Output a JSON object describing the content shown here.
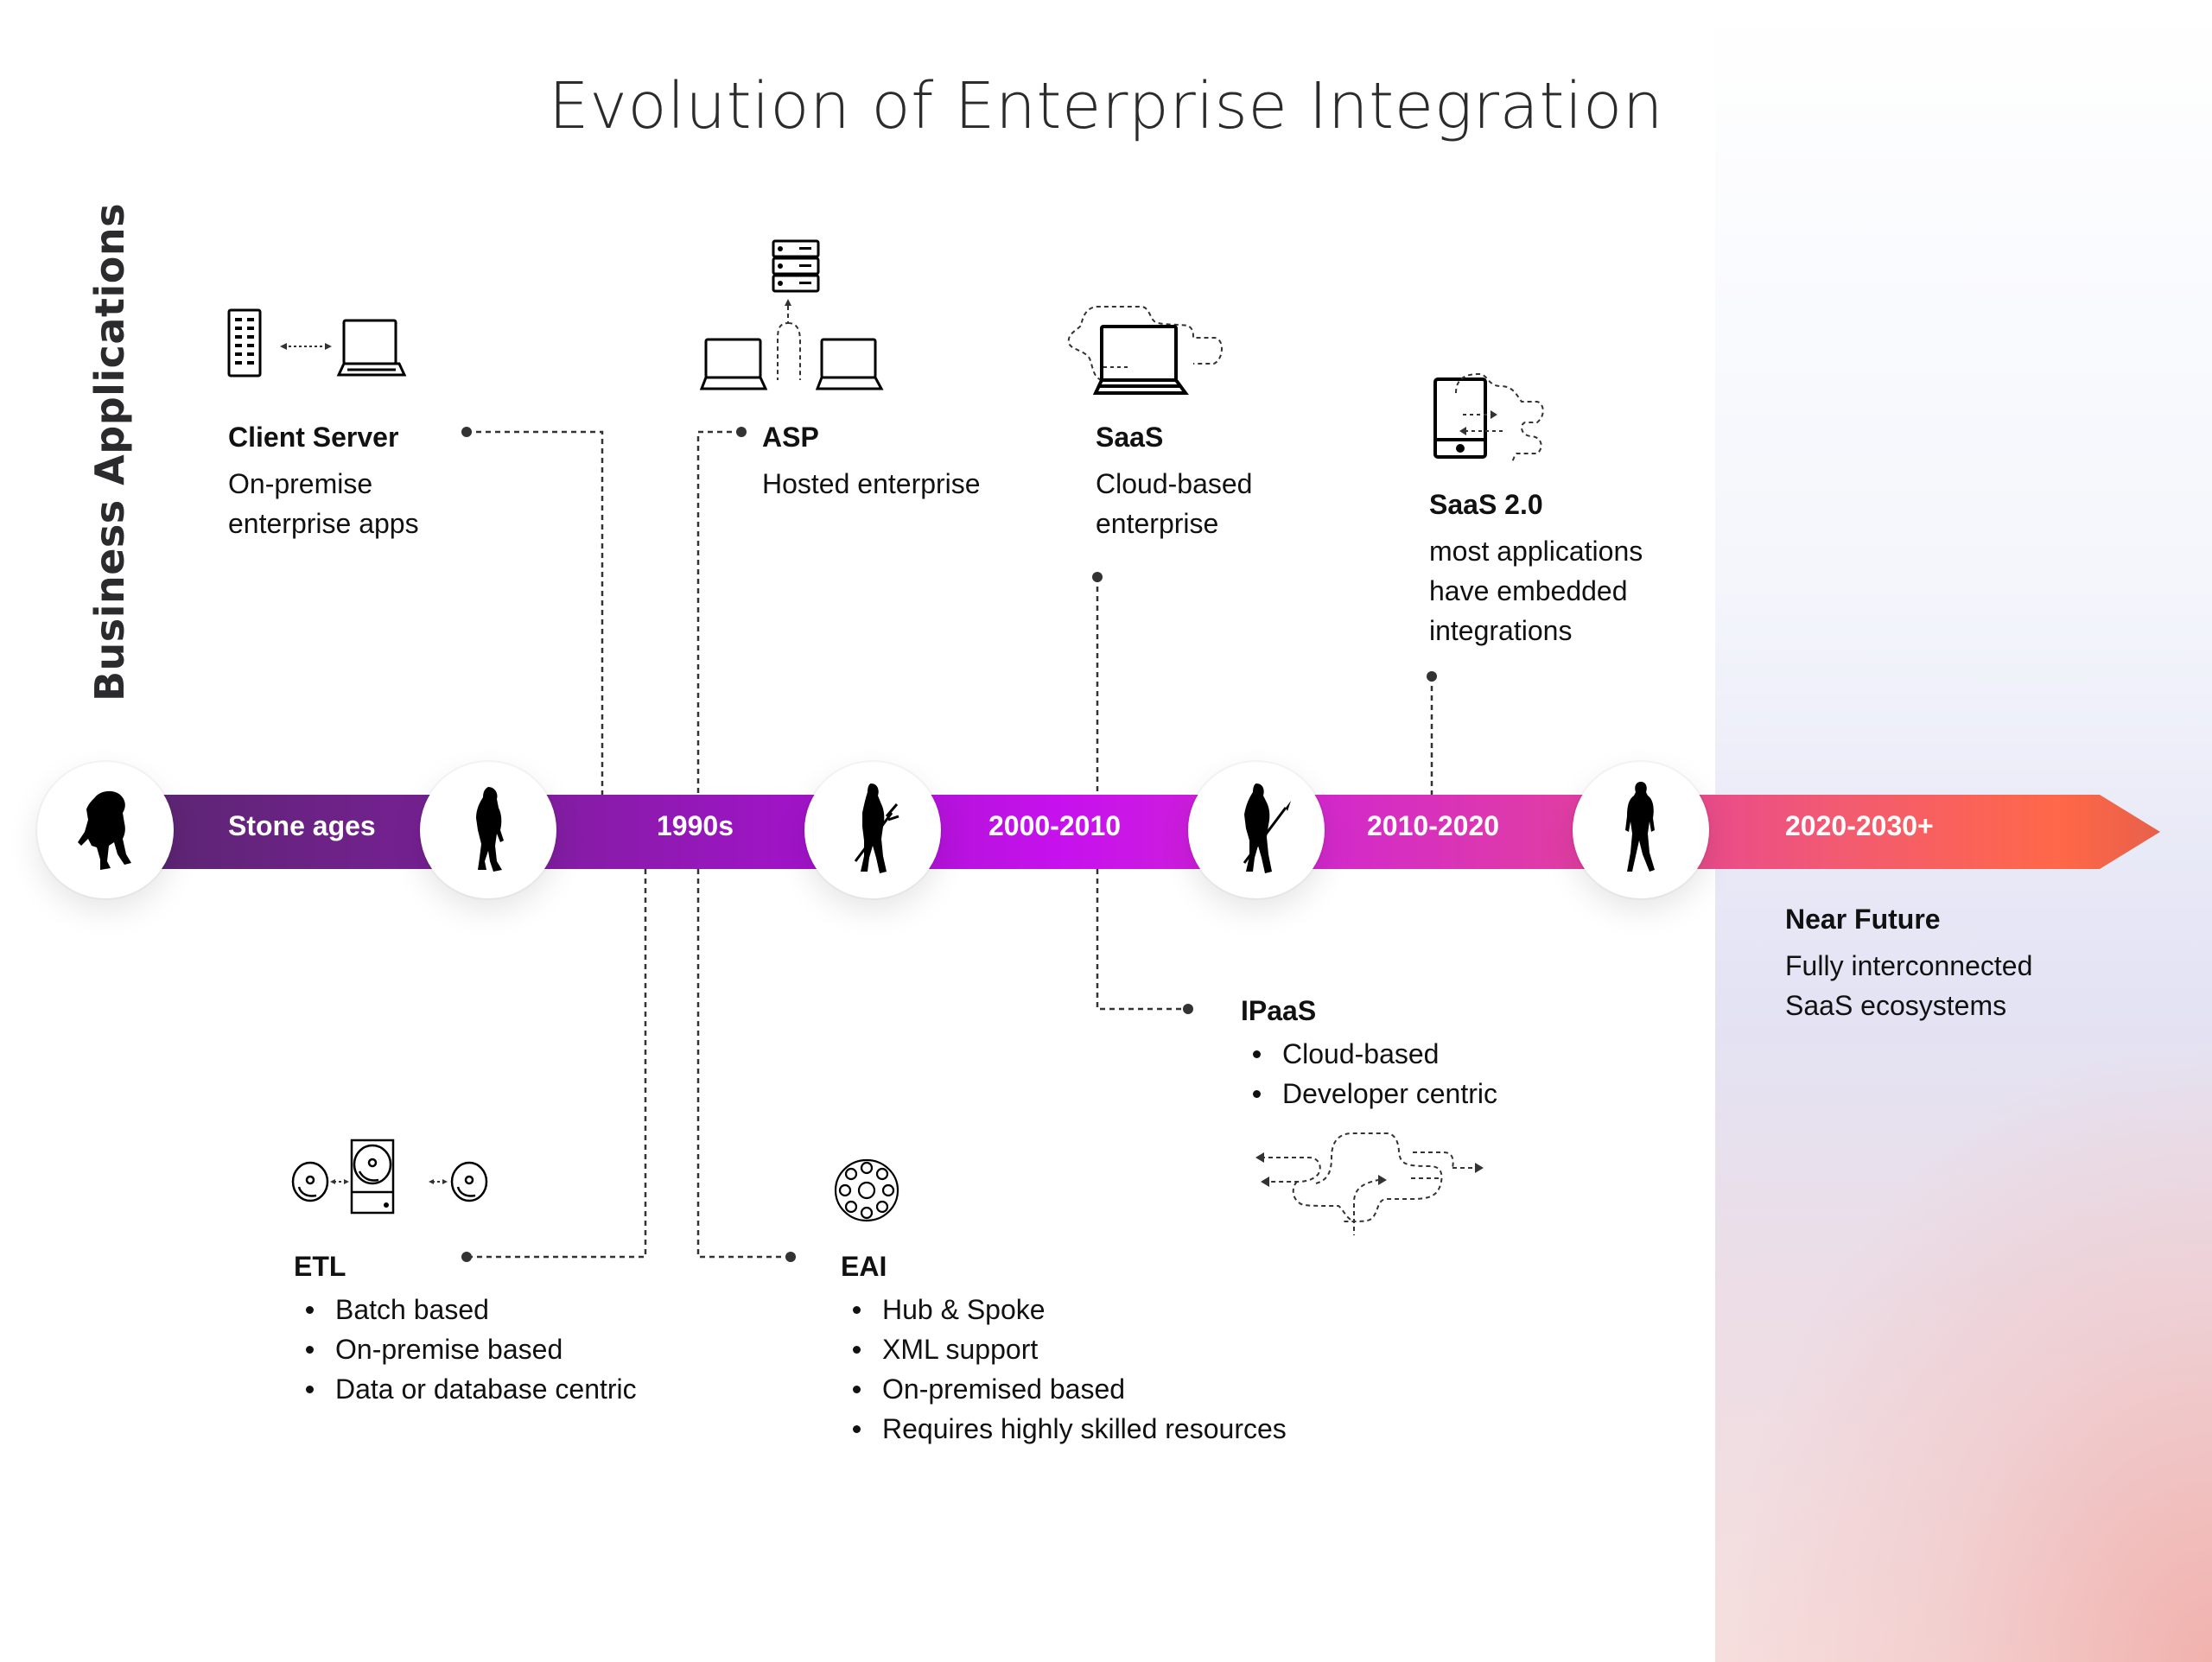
{
  "title": "Evolution of Enterprise Integration",
  "axis_label": "Business Applications",
  "colors": {
    "band_start": "#5a2670",
    "band_mid": "#c711ee",
    "band_end": "#ff6848",
    "text": "#111111",
    "connector": "#333333"
  },
  "eras": [
    {
      "label": "Stone ages",
      "figure_icon": "ape-silhouette-icon"
    },
    {
      "label": "1990s",
      "figure_icon": "early-hominid-silhouette-icon"
    },
    {
      "label": "2000-2010",
      "figure_icon": "hominid-with-stick-silhouette-icon"
    },
    {
      "label": "2010-2020",
      "figure_icon": "hunter-with-spear-silhouette-icon"
    },
    {
      "label": "2020-2030+",
      "figure_icon": "modern-human-silhouette-icon"
    }
  ],
  "business_apps": [
    {
      "heading": "Client Server",
      "lines": [
        "On-premise",
        "enterprise apps"
      ],
      "icon": "server-to-laptop-icon"
    },
    {
      "heading": "ASP",
      "lines": [
        "Hosted enterprise"
      ],
      "icon": "hosted-server-laptops-icon"
    },
    {
      "heading": "SaaS",
      "lines": [
        "Cloud-based",
        "enterprise"
      ],
      "icon": "cloud-laptop-icon"
    },
    {
      "heading": "SaaS 2.0",
      "lines": [
        "most applications",
        "have embedded",
        "integrations"
      ],
      "icon": "mobile-embedded-integration-icon"
    }
  ],
  "integrations": [
    {
      "heading": "ETL",
      "bullets": [
        "Batch based",
        "On-premise based",
        "Data or database centric"
      ],
      "icon": "database-transfer-icon"
    },
    {
      "heading": "EAI",
      "bullets": [
        "Hub & Spoke",
        "XML support",
        "On-premised based",
        "Requires highly skilled resources"
      ],
      "icon": "hub-spoke-icon"
    },
    {
      "heading": "IPaaS",
      "bullets": [
        "Cloud-based",
        "Developer centric"
      ],
      "icon": "flow-paths-icon"
    }
  ],
  "near_future": {
    "heading": "Near Future",
    "lines": [
      "Fully interconnected",
      "SaaS ecosystems"
    ]
  }
}
